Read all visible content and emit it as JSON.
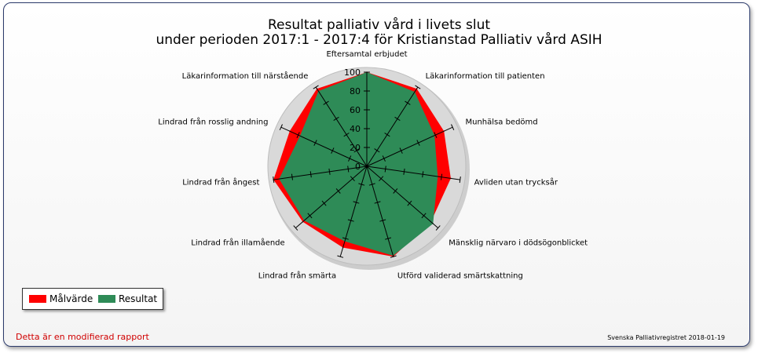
{
  "title": {
    "line1": "Resultat palliativ vård i livets slut",
    "line2": "under perioden 2017:1 - 2017:4 för Kristianstad Palliativ vård ASIH"
  },
  "legend": {
    "items": [
      {
        "label": "Målvärde",
        "color": "#ff0000"
      },
      {
        "label": "Resultat",
        "color": "#2e8b57"
      }
    ]
  },
  "footer": {
    "left": "Detta är en modifierad rapport",
    "right": "Svenska Palliativregistret 2018-01-19"
  },
  "colors": {
    "target": "#ff0000",
    "result": "#2e8b57",
    "background_disk": "#d9d9d9"
  },
  "chart_data": {
    "type": "radar",
    "ylim": [
      0,
      100
    ],
    "tick_labels": [
      "0",
      "20",
      "40",
      "60",
      "80",
      "100"
    ],
    "categories": [
      "Eftersamtal erbjudet",
      "Läkarinformation till patienten",
      "Munhälsa bedömd",
      "Avliden utan trycksår",
      "Mänsklig närvaro i dödsögonblicket",
      "Utförd validerad smärtskattning",
      "Lindrad från smärta",
      "Lindrad från illamående",
      "Lindrad från ångest",
      "Lindrad från rosslig andning",
      "Läkarinformation till närstående"
    ],
    "series": [
      {
        "name": "Målvärde",
        "values": [
          100,
          98,
          90,
          90,
          90,
          100,
          90,
          90,
          100,
          90,
          98
        ]
      },
      {
        "name": "Resultat",
        "values": [
          100,
          94,
          79,
          76,
          93,
          99,
          83,
          88,
          94,
          78,
          95
        ]
      }
    ]
  }
}
